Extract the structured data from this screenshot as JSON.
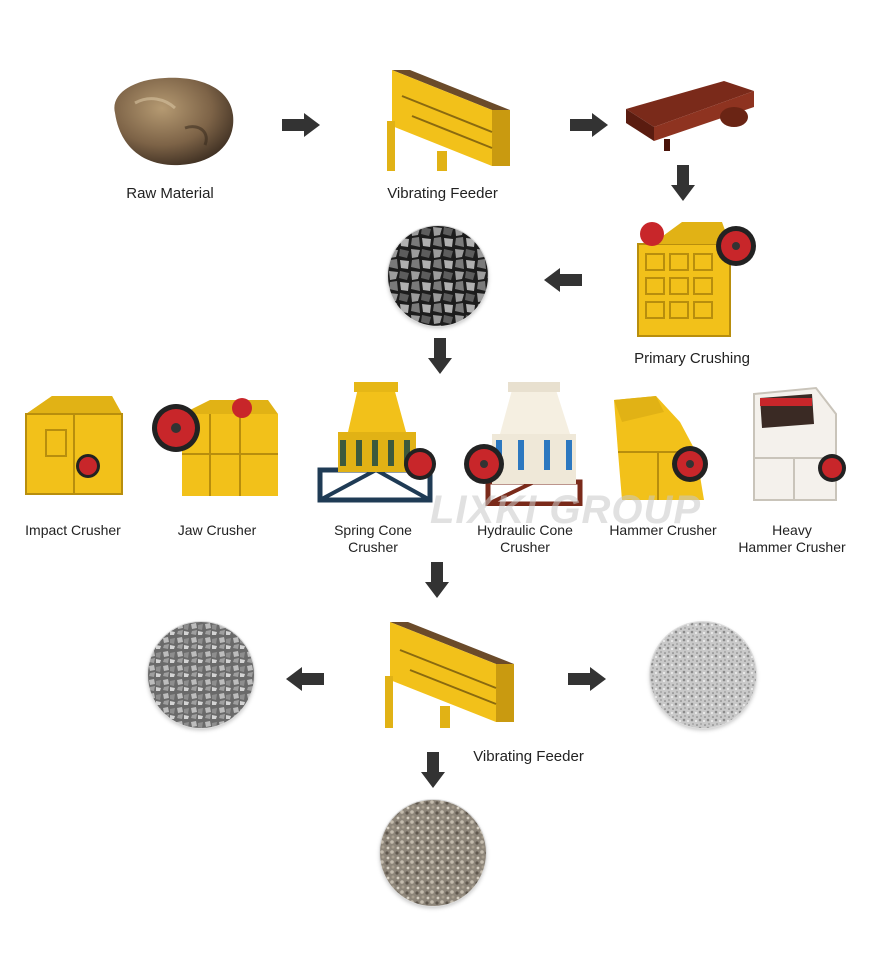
{
  "colors": {
    "machine_yellow": "#f2c11a",
    "machine_dark": "#4a3a1a",
    "arrow": "#333333",
    "belt": "#6b2b1c",
    "flywheel": "#c8262a",
    "cream": "#efe8d8"
  },
  "stage1": {
    "raw_material": "Raw Material",
    "vibrating_feeder": "Vibrating Feeder",
    "primary_crushing": "Primary Crushing"
  },
  "crushers": [
    {
      "label": "Impact Crusher"
    },
    {
      "label": "Jaw Crusher"
    },
    {
      "label": "Spring Cone\nCrusher"
    },
    {
      "label": "Hydraulic Cone\nCrusher"
    },
    {
      "label": "Hammer Crusher"
    },
    {
      "label": "Heavy\nHammer Crusher"
    }
  ],
  "screening": {
    "vibrating_feeder": "Vibrating Feeder"
  },
  "watermark": "LIXKI GROUP"
}
